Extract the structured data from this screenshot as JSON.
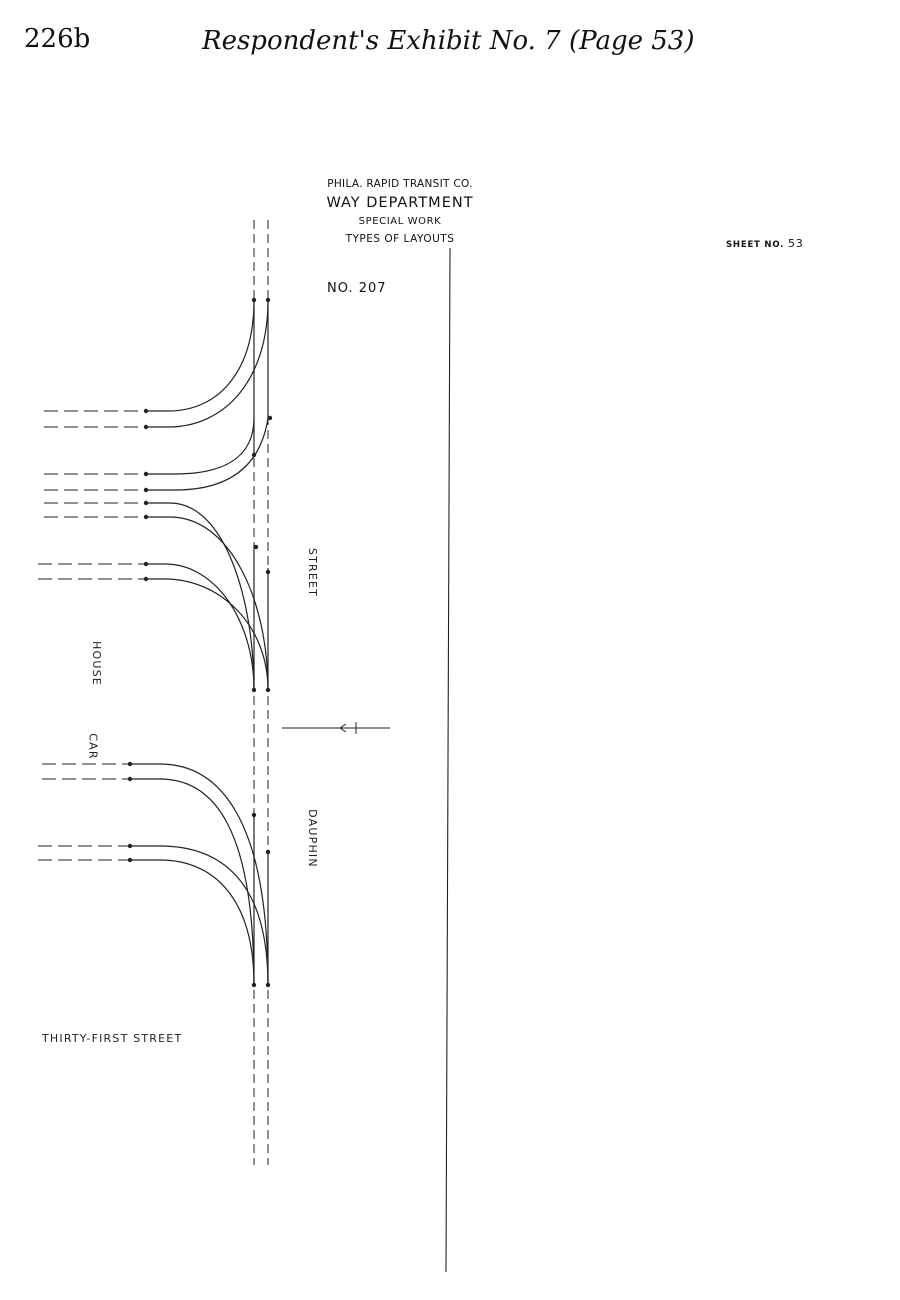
{
  "header": {
    "page_number": "226b",
    "exhibit_title": "Respondent's Exhibit No. 7 (Page 53)"
  },
  "title_block": {
    "company": "PHILA. RAPID TRANSIT CO.",
    "department": "WAY DEPARTMENT",
    "section": "SPECIAL WORK",
    "subject": "TYPES OF LAYOUTS",
    "layout_number": "NO. 207",
    "sheet_label": "SHEET NO.",
    "sheet_number": "53"
  },
  "labels": {
    "street_vertical_upper": "STREET",
    "street_vertical_lower": "DAUPHIN",
    "car": "CAR",
    "house": "HOUSE",
    "street_bottom": "THIRTY-FIRST   STREET"
  }
}
